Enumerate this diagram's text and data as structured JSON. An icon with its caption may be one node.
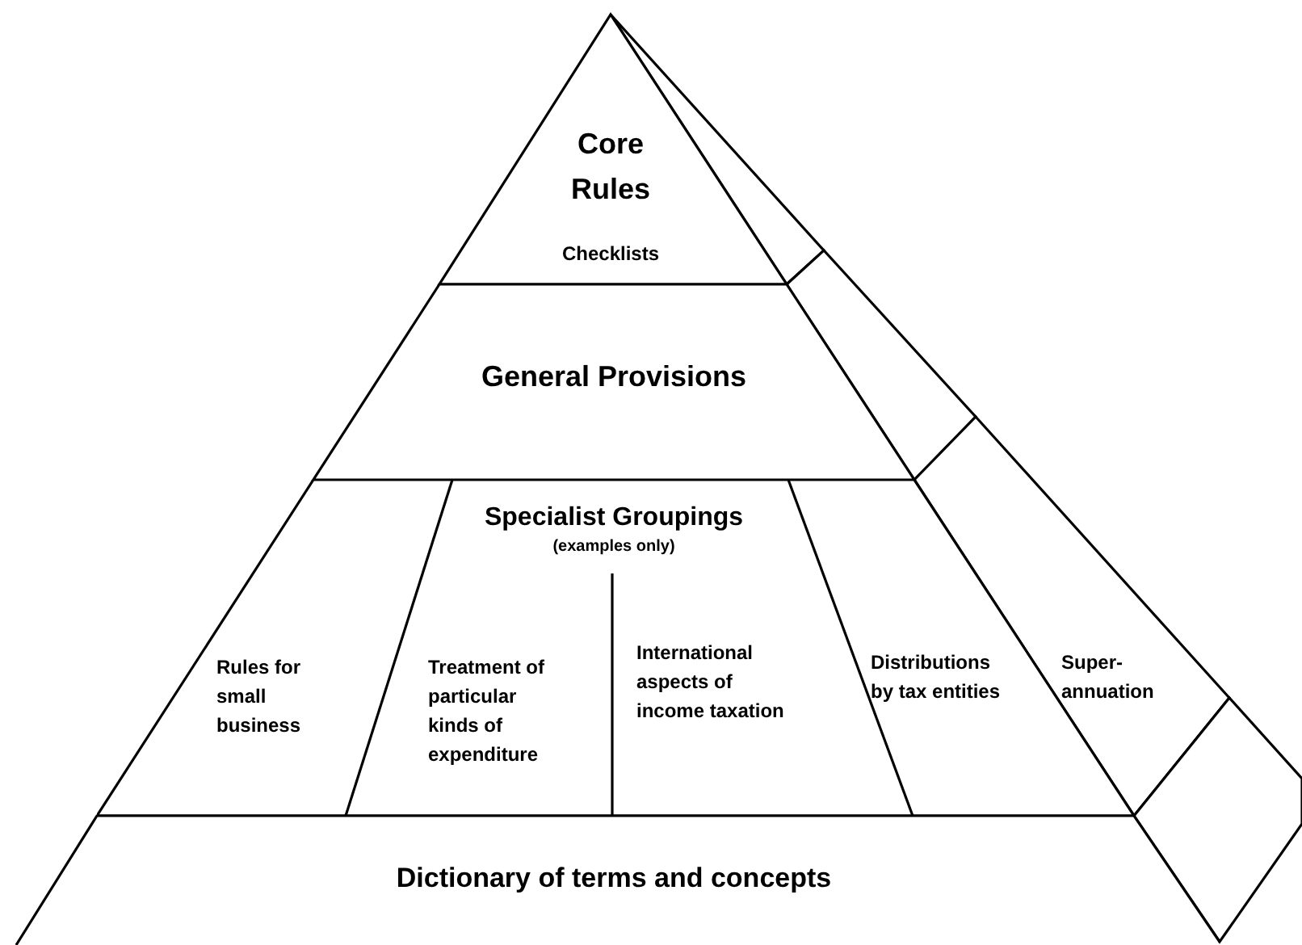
{
  "diagram": {
    "nodes": [
      {
        "text": [
          "Core Rules",
          "Checklists"
        ]
      },
      {
        "text": [
          "General Provisions"
        ]
      },
      {
        "text": [
          "Specialist Groupings",
          "(examples only)"
        ]
      },
      {
        "text": [
          "Rules for small business"
        ],
        "in": 2
      },
      {
        "text": [
          "Treatment of particular kinds of expenditure"
        ],
        "in": 2
      },
      {
        "text": [
          "International aspects of income taxation"
        ],
        "in": 2
      },
      {
        "text": [
          "Distributions by tax entities"
        ],
        "in": 2
      },
      {
        "text": [
          "Dictionary of terms and concepts"
        ]
      },
      {
        "text": [],
        "shape": "box"
      },
      {
        "text": [],
        "shape": "box"
      },
      {
        "text": [
          "Super- annuation"
        ]
      },
      {
        "text": [],
        "shape": "box"
      }
    ]
  }
}
